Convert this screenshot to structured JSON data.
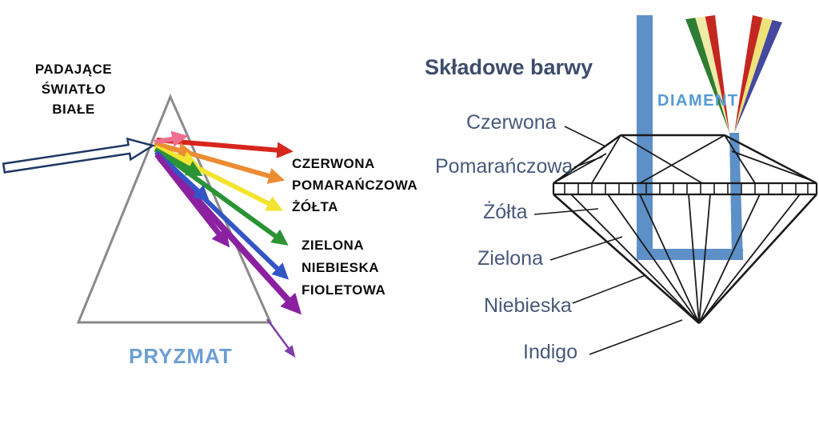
{
  "left_panel": {
    "incident_label_lines": [
      "PADAJĄCE",
      "ŚWIATŁO",
      "BIAŁE"
    ],
    "prism_label": "PRYZMAT",
    "spectrum_labels": {
      "czerwona": "CZERWONA",
      "pomaranczowa": "POMARAŃCZOWA",
      "zolta": "ŻÓŁTA",
      "zielona": "ZIELONA",
      "niebieska": "NIEBIESKA",
      "fioletowa": "FIOLETOWA"
    }
  },
  "right_panel": {
    "heading": "Składowe barwy",
    "diamond_label": "DIAMENT",
    "component_labels": {
      "czerwona": "Czerwona",
      "pomaranczowa": "Pomarańczowa",
      "zolta": "Żółta",
      "zielona": "Zielona",
      "niebieska": "Niebieska",
      "indigo": "Indigo"
    }
  },
  "palette": {
    "red": "#d7261d",
    "orange": "#ec8c33",
    "yellow": "#f2e430",
    "green": "#2c9334",
    "blue": "#3355c5",
    "purple": "#8b21a1",
    "violet": "#7d3fa9",
    "pink": "#f06e8e",
    "navy": "#1f3864",
    "prism_gray": "#8a8a8a",
    "beam_blue": "#5e90c8",
    "fan_green": "#2e7d32",
    "fan_cream": "#efeaa8",
    "fan_red": "#c4271f",
    "fan_yellow": "#efe27a",
    "fan_indigo": "#44489e",
    "label_blue": "#6b9fd4",
    "diament_blue": "#559ad5",
    "heading_slate": "#3d4d6b",
    "label_slate": "#47597a",
    "line_black": "#1a1a1a"
  }
}
